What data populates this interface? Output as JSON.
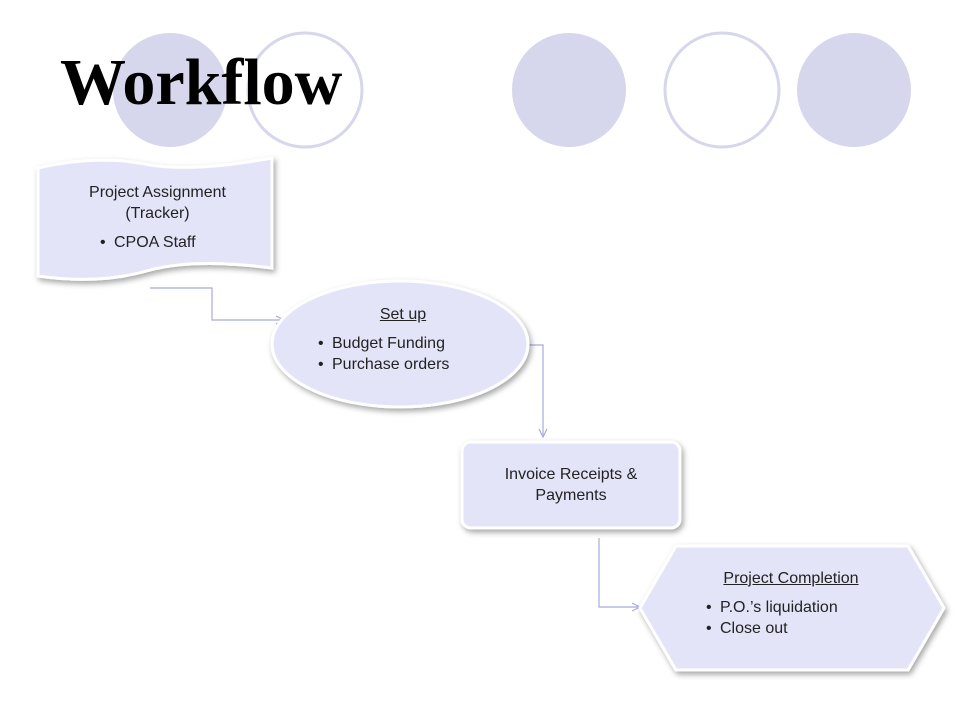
{
  "title": "Workflow",
  "colors": {
    "circle_fill": "#d6d6ec",
    "circle_stroke": "#d6d6ec",
    "node_fill": "#e4e4f9",
    "node_stroke": "#ffffff",
    "connector": "#a9a9dd",
    "text": "#222222"
  },
  "nodes": [
    {
      "heading": "Project Assignment (Tracker)",
      "bullets": [
        "CPOA Staff"
      ]
    },
    {
      "heading": "Set up",
      "bullets": [
        "Budget Funding",
        "Purchase orders"
      ]
    },
    {
      "heading": "Invoice Receipts & Payments",
      "bullets": []
    },
    {
      "heading": "Project Completion",
      "bullets": [
        "P.O.’s liquidation",
        "Close out"
      ]
    }
  ]
}
